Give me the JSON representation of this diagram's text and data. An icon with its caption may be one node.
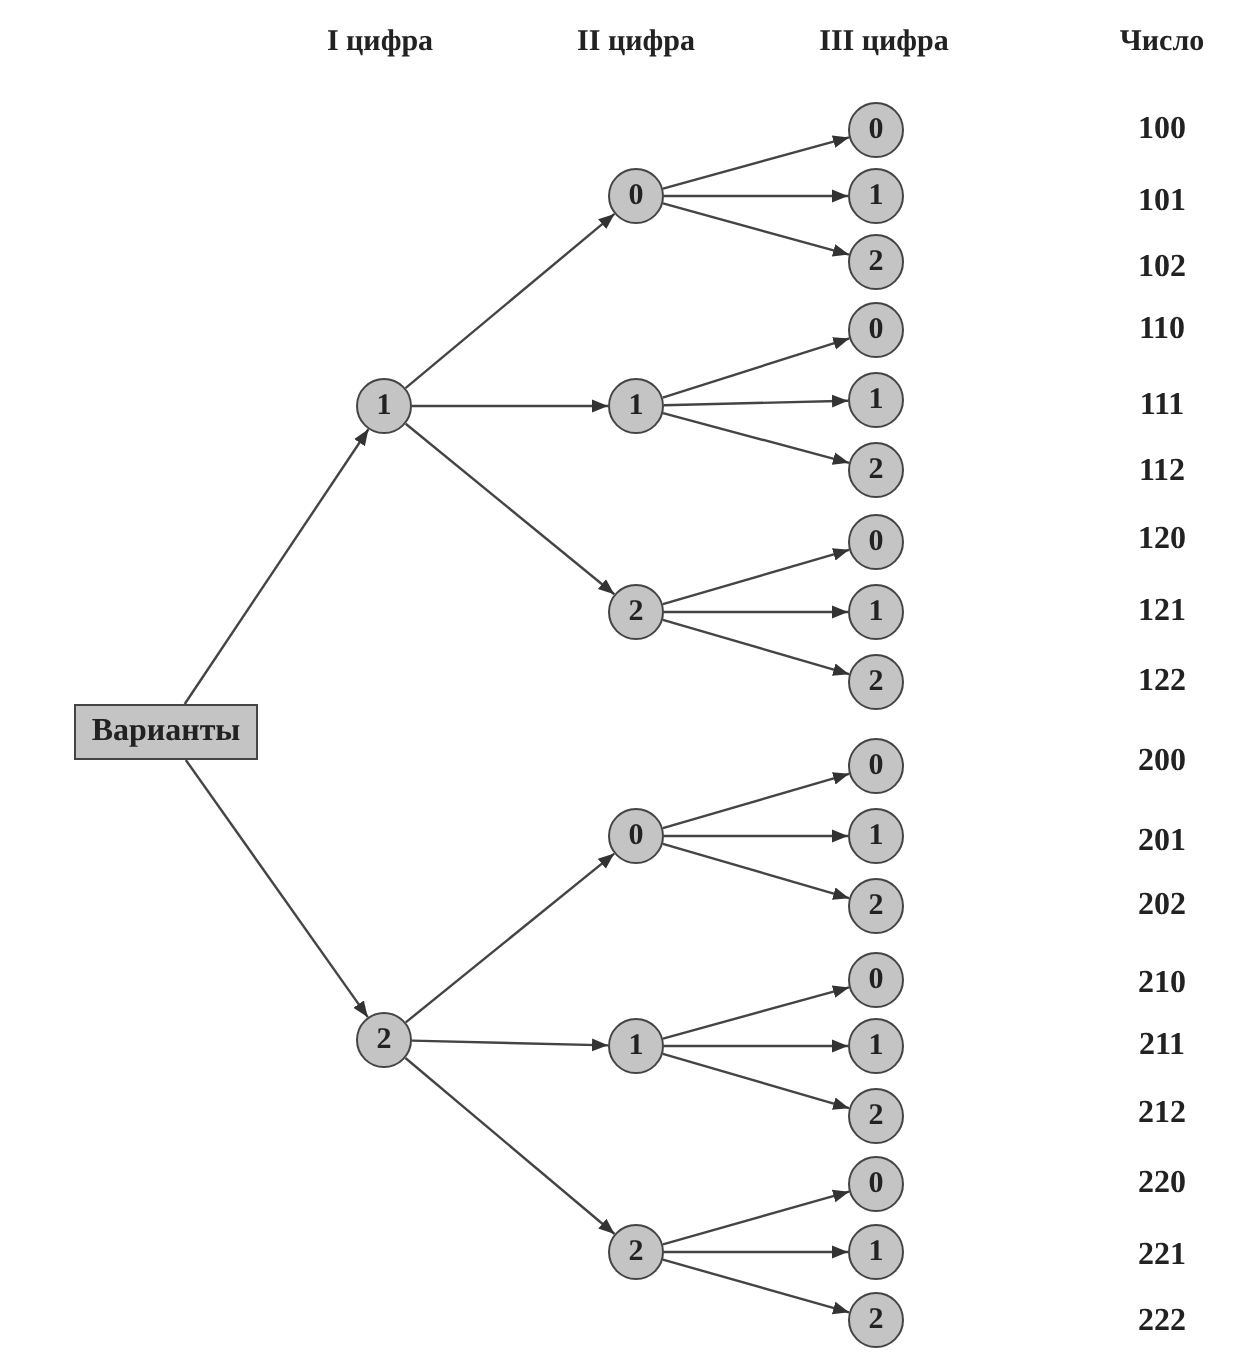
{
  "diagram": {
    "nodes": [
      {
        "text": [
          "Варианты"
        ]
      },
      {
        "text": [
          "1"
        ]
      },
      {
        "text": [
          "2"
        ]
      },
      {
        "text": [
          "0"
        ]
      },
      {
        "text": [
          "1"
        ]
      },
      {
        "text": [
          "2"
        ]
      },
      {
        "text": [
          "0"
        ]
      },
      {
        "text": [
          "1"
        ]
      },
      {
        "text": [
          "2"
        ]
      },
      {
        "text": [
          "0"
        ]
      },
      {
        "text": [
          "1"
        ]
      },
      {
        "text": [
          "2"
        ]
      },
      {
        "text": [
          "0"
        ]
      },
      {
        "text": [
          "1"
        ]
      },
      {
        "text": [
          "2"
        ]
      },
      {
        "text": [
          "0"
        ]
      },
      {
        "text": [
          "1"
        ]
      },
      {
        "text": [
          "2"
        ]
      },
      {
        "text": [
          "0"
        ]
      },
      {
        "text": [
          "1"
        ]
      },
      {
        "text": [
          "2"
        ]
      },
      {
        "text": [
          "0"
        ]
      },
      {
        "text": [
          "1"
        ]
      },
      {
        "text": [
          "2"
        ]
      },
      {
        "text": [
          "0"
        ]
      },
      {
        "text": [
          "1"
        ]
      },
      {
        "text": [
          "2"
        ]
      }
    ],
    "edges": [
      {
        "from": 0,
        "to": 1,
        "arrow": "to"
      },
      {
        "from": 0,
        "to": 2,
        "arrow": "to"
      },
      {
        "from": 1,
        "to": 3,
        "arrow": "to"
      },
      {
        "from": 1,
        "to": 4,
        "arrow": "to"
      },
      {
        "from": 1,
        "to": 5,
        "arrow": "to"
      },
      {
        "from": 2,
        "to": 6,
        "arrow": "to"
      },
      {
        "from": 2,
        "to": 7,
        "arrow": "to"
      },
      {
        "from": 2,
        "to": 8,
        "arrow": "to"
      },
      {
        "from": 3,
        "to": 9,
        "arrow": "to"
      },
      {
        "from": 3,
        "to": 10,
        "arrow": "to"
      },
      {
        "from": 3,
        "to": 11,
        "arrow": "to"
      },
      {
        "from": 4,
        "to": 12,
        "arrow": "to"
      },
      {
        "from": 4,
        "to": 13,
        "arrow": "to"
      },
      {
        "from": 4,
        "to": 14,
        "arrow": "to"
      },
      {
        "from": 5,
        "to": 15,
        "arrow": "to"
      },
      {
        "from": 5,
        "to": 16,
        "arrow": "to"
      },
      {
        "from": 5,
        "to": 17,
        "arrow": "to"
      },
      {
        "from": 6,
        "to": 18,
        "arrow": "to"
      },
      {
        "from": 6,
        "to": 19,
        "arrow": "to"
      },
      {
        "from": 6,
        "to": 20,
        "arrow": "to"
      },
      {
        "from": 7,
        "to": 21,
        "arrow": "to"
      },
      {
        "from": 7,
        "to": 22,
        "arrow": "to"
      },
      {
        "from": 7,
        "to": 23,
        "arrow": "to"
      },
      {
        "from": 8,
        "to": 24,
        "arrow": "to"
      },
      {
        "from": 8,
        "to": 25,
        "arrow": "to"
      },
      {
        "from": 8,
        "to": 26,
        "arrow": "to"
      }
    ],
    "labels": [
      "I цифра",
      "II цифра",
      "III цифра",
      "Число",
      "100",
      "101",
      "102",
      "110",
      "111",
      "112",
      "120",
      "121",
      "122",
      "200",
      "201",
      "202",
      "210",
      "211",
      "212",
      "220",
      "221",
      "222"
    ]
  }
}
